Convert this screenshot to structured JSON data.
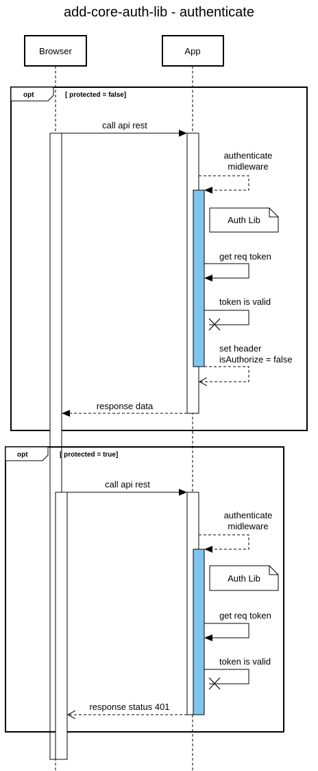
{
  "title": "add-core-auth-lib - authenticate",
  "participants": {
    "browser": "Browser",
    "app": "App"
  },
  "fragment1": {
    "operator": "opt",
    "guard": "[ protected = false]",
    "call": "call api rest",
    "auth_line1": "authenticate",
    "auth_line2": "midleware",
    "note": "Auth Lib",
    "get_token": "get req token",
    "token_valid": "token is valid",
    "set_header_line1": "set header",
    "set_header_line2": "isAuthorize = false",
    "response": "response data"
  },
  "fragment2": {
    "operator": "opt",
    "guard": "[ protected = true]",
    "call": "call api rest",
    "auth_line1": "authenticate",
    "auth_line2": "midleware",
    "note": "Auth Lib",
    "get_token": "get req token",
    "token_valid": "token is valid",
    "response": "response status 401"
  },
  "colors": {
    "activation_fill": "#7fc5ee",
    "line": "#000000"
  }
}
